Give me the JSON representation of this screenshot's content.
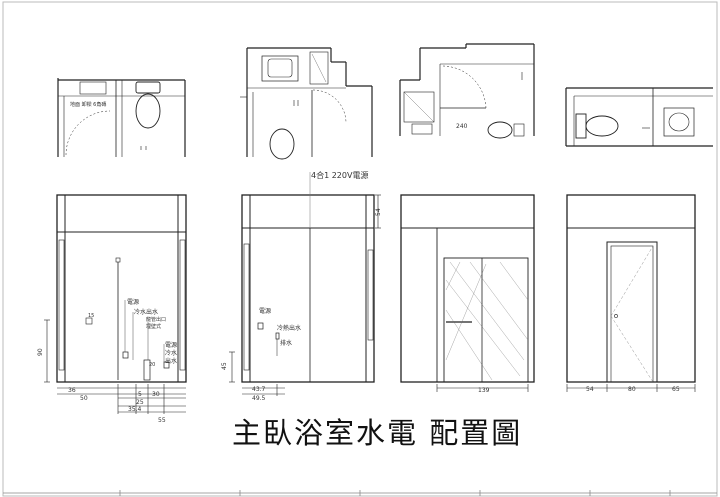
{
  "title": "主臥浴室水電 配置圖",
  "plan1": {
    "note": "地面 卸樑 6角磚"
  },
  "plan3": {
    "dim": "240"
  },
  "elev1": {
    "labels": {
      "power": "電源",
      "cold_out": "冷水出水",
      "wall_outlet": "龍管出口",
      "buried": "埋壁式",
      "power2": "電源",
      "cold2": "冷水",
      "out2": "出水",
      "small15": "15",
      "small20": "20"
    },
    "dims": {
      "h90": "90",
      "w36": "36",
      "w50": "50",
      "w5": "5",
      "w30": "30",
      "w25": "25",
      "w35_4": "35.4",
      "w55": "55"
    }
  },
  "elev2": {
    "note": "4合1 220V電源",
    "labels": {
      "power": "電源",
      "hot_cold": "冷熱出水",
      "drain": "排水"
    },
    "dims": {
      "h54": "54",
      "h45": "45",
      "w43_7": "43.7",
      "w49_5": "49.5"
    }
  },
  "elev3": {
    "dims": {
      "w139": "139"
    }
  },
  "elev4": {
    "dims": {
      "w54": "54",
      "w80": "80",
      "w65": "65"
    }
  }
}
